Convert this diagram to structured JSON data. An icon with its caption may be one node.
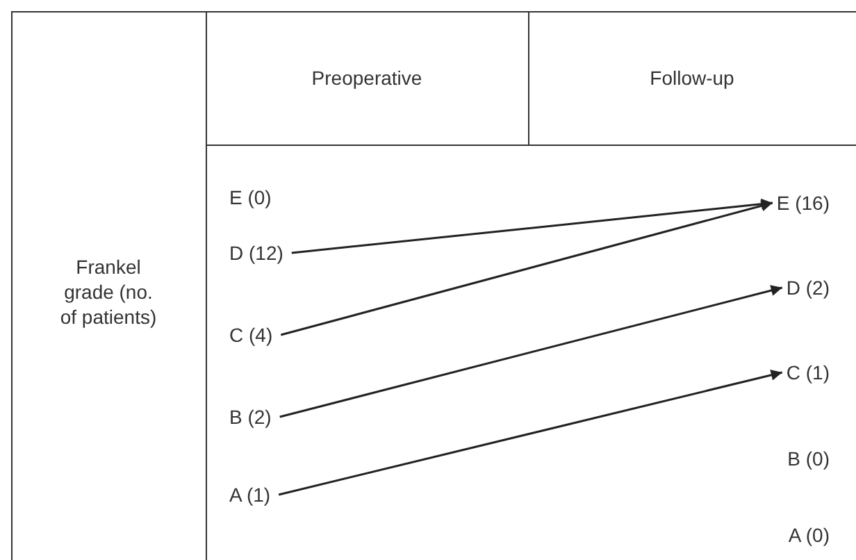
{
  "diagram": {
    "nodes": [
      {
        "text": [
          "E (0)"
        ]
      },
      {
        "text": [
          "E (16)"
        ]
      },
      {
        "text": [
          "D (12)"
        ]
      },
      {
        "text": [
          "D (2)"
        ]
      },
      {
        "text": [
          "C (4)"
        ]
      },
      {
        "text": [
          "C (1)"
        ]
      },
      {
        "text": [
          "B (2)"
        ]
      },
      {
        "text": [
          "B (0)"
        ]
      },
      {
        "text": [
          "A (1)"
        ]
      },
      {
        "text": [
          "A (0)"
        ]
      }
    ],
    "edges": [
      {
        "from": 2,
        "to": 1,
        "arrow": "to"
      },
      {
        "from": 4,
        "to": 1,
        "arrow": "to"
      },
      {
        "from": 6,
        "to": 3,
        "arrow": "to"
      },
      {
        "from": 8,
        "to": 5,
        "arrow": "to"
      }
    ],
    "labels": [
      "Preoperative",
      "Follow-up",
      "Frankel grade (no. of patients)"
    ]
  }
}
